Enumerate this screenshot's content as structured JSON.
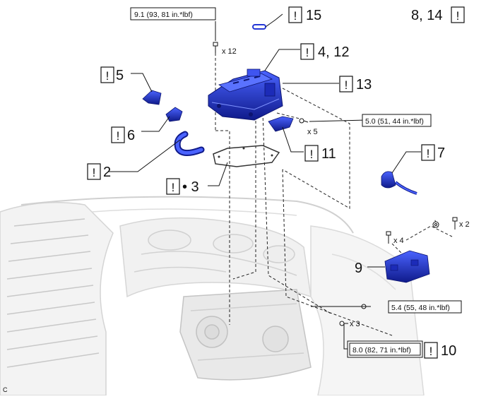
{
  "torques": {
    "t1": "9.1 (93, 81 in.*lbf)",
    "t2": "5.0 (51, 44 in.*lbf)",
    "t3": "5.4 (55, 48 in.*lbf)",
    "t4": "8.0 (82, 71 in.*lbf)"
  },
  "quantities": {
    "q12": "x 12",
    "q5": "x 5",
    "q4": "x 4",
    "q2": "x 2",
    "q3": "x 3"
  },
  "callouts": {
    "c15": "15",
    "c4_12": "4, 12",
    "c13": "13",
    "c5": "5",
    "c6": "6",
    "c2": "2",
    "c3": "• 3",
    "c11": "11",
    "c7": "7",
    "c9": "9",
    "c8_14": "8, 14",
    "c10": "10"
  },
  "caution_mark": "!",
  "corner_letter": "C",
  "colors": {
    "part_blue": "#2437d6",
    "part_dark": "#0f1a8a",
    "line": "#111111",
    "ghost": "#c9c9c9"
  }
}
